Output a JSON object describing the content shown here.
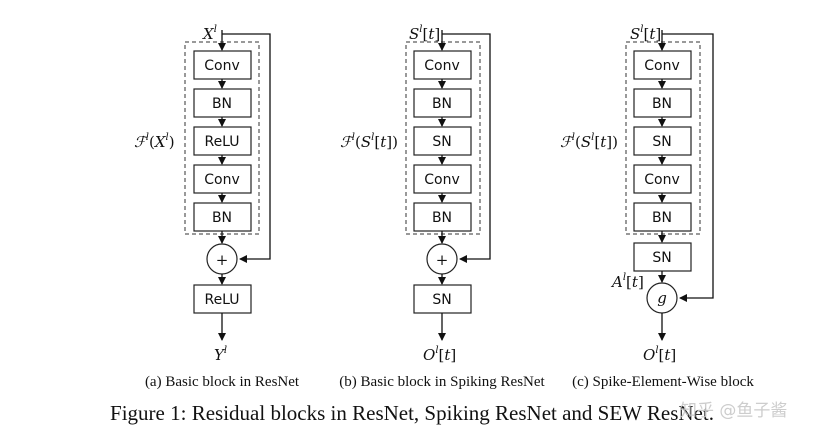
{
  "panels": [
    {
      "input_label": "X^l",
      "function_label": "ℱ^l(X^l)",
      "blocks": [
        "Conv",
        "BN",
        "ReLU",
        "Conv",
        "BN"
      ],
      "add_symbol": "+",
      "post_blocks": [
        "ReLU"
      ],
      "output_label": "Y^l",
      "caption": "(a) Basic block in ResNet"
    },
    {
      "input_label": "S^l[t]",
      "function_label": "ℱ^l(S^l[t])",
      "blocks": [
        "Conv",
        "BN",
        "SN",
        "Conv",
        "BN"
      ],
      "add_symbol": "+",
      "post_blocks": [
        "SN"
      ],
      "output_label": "O^l[t]",
      "caption": "(b) Basic block in Spiking ResNet"
    },
    {
      "input_label": "S^l[t]",
      "function_label": "ℱ^l(S^l[t])",
      "blocks": [
        "Conv",
        "BN",
        "SN",
        "Conv",
        "BN"
      ],
      "extra_block": "SN",
      "extra_label": "A^l[t]",
      "node_symbol": "g",
      "output_label": "O^l[t]",
      "caption": "(c) Spike-Element-Wise block"
    }
  ],
  "figure_caption": "Figure 1: Residual blocks in ResNet, Spiking ResNet and SEW ResNet.",
  "watermark": "知乎 @鱼子酱"
}
